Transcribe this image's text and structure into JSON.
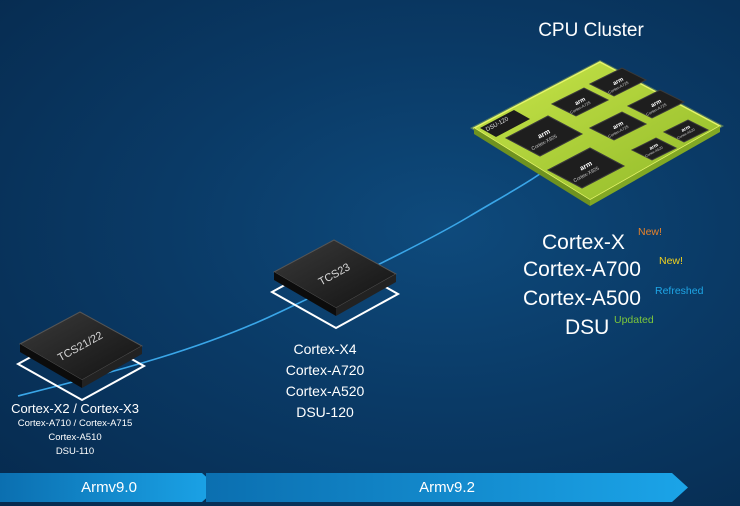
{
  "cluster": {
    "title": "CPU Cluster",
    "chip_labels": {
      "dsu": "DSU-120",
      "brand": "arm",
      "cores": [
        "Cortex-X925",
        "Cortex-X925",
        "Cortex-A725",
        "Cortex-A725",
        "Cortex-A725",
        "Cortex-A725",
        "Cortex-A520",
        "Cortex-A520"
      ]
    }
  },
  "platforms": [
    {
      "chip_label": "TCS21/22",
      "lines": [
        "Cortex-X2 / Cortex-X3",
        "Cortex-A710 / Cortex-A715",
        "Cortex-A510",
        "DSU-110"
      ]
    },
    {
      "chip_label": "TCS23",
      "lines": [
        "Cortex-X4",
        "Cortex-A720",
        "Cortex-A520",
        "DSU-120"
      ]
    }
  ],
  "new_platform": {
    "items": [
      {
        "name": "Cortex-X",
        "tag": "New!",
        "tag_color": "#e8822a"
      },
      {
        "name": "Cortex-A700",
        "tag": "New!",
        "tag_color": "#f2d21e"
      },
      {
        "name": "Cortex-A500",
        "tag": "Refreshed",
        "tag_color": "#1ea6e6"
      },
      {
        "name": "DSU",
        "tag": "Updated",
        "tag_color": "#7cc63c"
      }
    ]
  },
  "timeline": [
    {
      "label": "Armv9.0"
    },
    {
      "label": "Armv9.2"
    }
  ],
  "colors": {
    "connector": "#3aa6e8",
    "chip_glow": "#c8e83a",
    "chip_dark": "#1a1a1a"
  }
}
